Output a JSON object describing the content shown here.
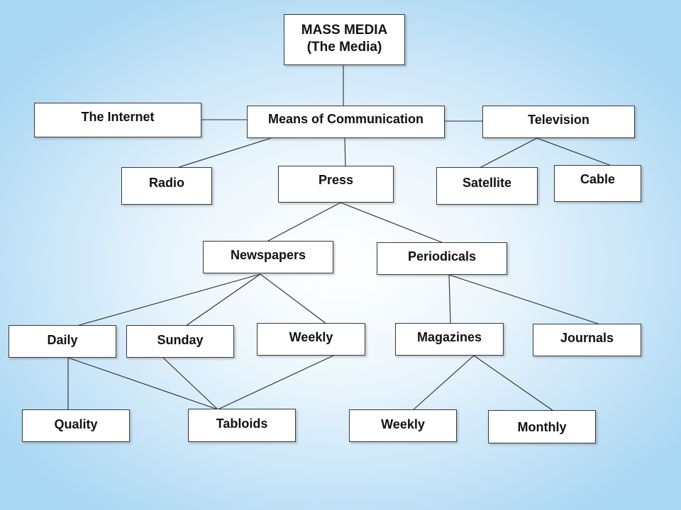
{
  "nodes": {
    "mass_media": "MASS MEDIA\n(The Media)",
    "means_of_communication": "Means of Communication",
    "the_internet": "The Internet",
    "television": "Television",
    "radio": "Radio",
    "press": "Press",
    "satellite": "Satellite",
    "cable": "Cable",
    "newspapers": "Newspapers",
    "periodicals": "Periodicals",
    "daily": "Daily",
    "sunday": "Sunday",
    "weekly_newspapers": "Weekly",
    "magazines": "Magazines",
    "journals": "Journals",
    "quality": "Quality",
    "tabloids": "Tabloids",
    "weekly_magazines": "Weekly",
    "monthly": "Monthly"
  },
  "links": [
    [
      "mass_media",
      "means_of_communication"
    ],
    [
      "means_of_communication",
      "the_internet"
    ],
    [
      "means_of_communication",
      "television"
    ],
    [
      "means_of_communication",
      "radio"
    ],
    [
      "means_of_communication",
      "press"
    ],
    [
      "television",
      "satellite"
    ],
    [
      "television",
      "cable"
    ],
    [
      "press",
      "newspapers"
    ],
    [
      "press",
      "periodicals"
    ],
    [
      "newspapers",
      "daily"
    ],
    [
      "newspapers",
      "sunday"
    ],
    [
      "newspapers",
      "weekly_newspapers"
    ],
    [
      "periodicals",
      "magazines"
    ],
    [
      "periodicals",
      "journals"
    ],
    [
      "daily",
      "quality"
    ],
    [
      "daily",
      "tabloids"
    ],
    [
      "sunday",
      "tabloids"
    ],
    [
      "weekly_newspapers",
      "tabloids"
    ],
    [
      "magazines",
      "weekly_magazines"
    ],
    [
      "magazines",
      "monthly"
    ]
  ]
}
